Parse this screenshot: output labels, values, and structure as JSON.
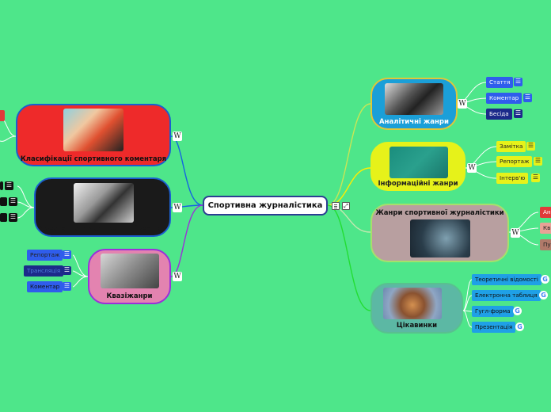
{
  "center": {
    "title": "Спортивна журналістика"
  },
  "right": [
    {
      "title": "Аналітичні жанри",
      "items": [
        "Стаття",
        "Коментар",
        "Бесіда"
      ]
    },
    {
      "title": "Інформаційні жанри",
      "items": [
        "Замітка",
        "Репортаж",
        "Інтерв'ю"
      ]
    },
    {
      "title": "Жанри спортивної журналістики",
      "items": [
        "Ан",
        "Кв",
        "Пу"
      ]
    },
    {
      "title": "Цікавинки",
      "items": [
        "Теоретичні відомості",
        "Електронна таблиця",
        "Гугл-форма",
        "Презентація"
      ]
    }
  ],
  "left": [
    {
      "title": "Класифікації спортивного коментаря"
    },
    {
      "title": "Художньо-публіцистичні жанри"
    },
    {
      "title": "Квазіжанри",
      "items": [
        "Репортаж",
        "Трансляція",
        "Коментар"
      ]
    }
  ],
  "colors": {
    "background": "#4ee68a",
    "analytic": "#1b9fd8",
    "info": "#e6f21a",
    "genres": "#b89fa0",
    "fun": "#5cb8a4",
    "classification": "#ee2a2a",
    "art": "#1a1a1a",
    "quasi": "#e383b0"
  }
}
